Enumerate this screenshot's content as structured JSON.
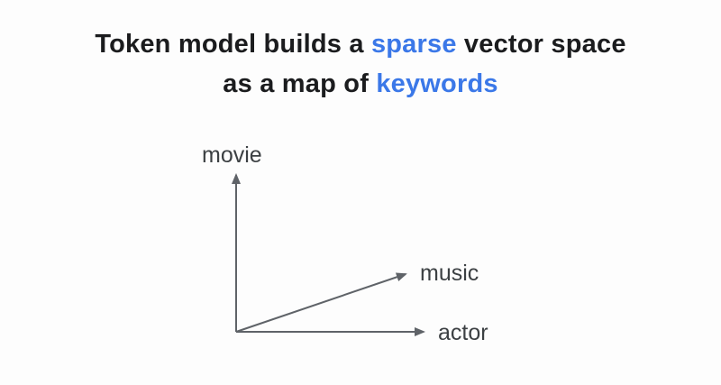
{
  "title": {
    "line1": {
      "pre": "Token model builds a ",
      "highlight": "sparse",
      "post": " vector space"
    },
    "line2": {
      "pre": "as a map of ",
      "highlight": "keywords"
    }
  },
  "diagram": {
    "type": "vector-space-axes",
    "origin_label": "",
    "axes": [
      {
        "label": "movie",
        "direction": "up"
      },
      {
        "label": "music",
        "direction": "diagonal-up-right"
      },
      {
        "label": "actor",
        "direction": "right"
      }
    ]
  },
  "colors": {
    "background": "#fdfdfd",
    "title_text": "#1b1c1e",
    "highlight_blue": "#3b78e8",
    "axis_line_gray": "#5f6368",
    "axis_label_gray": "#3c4043"
  }
}
